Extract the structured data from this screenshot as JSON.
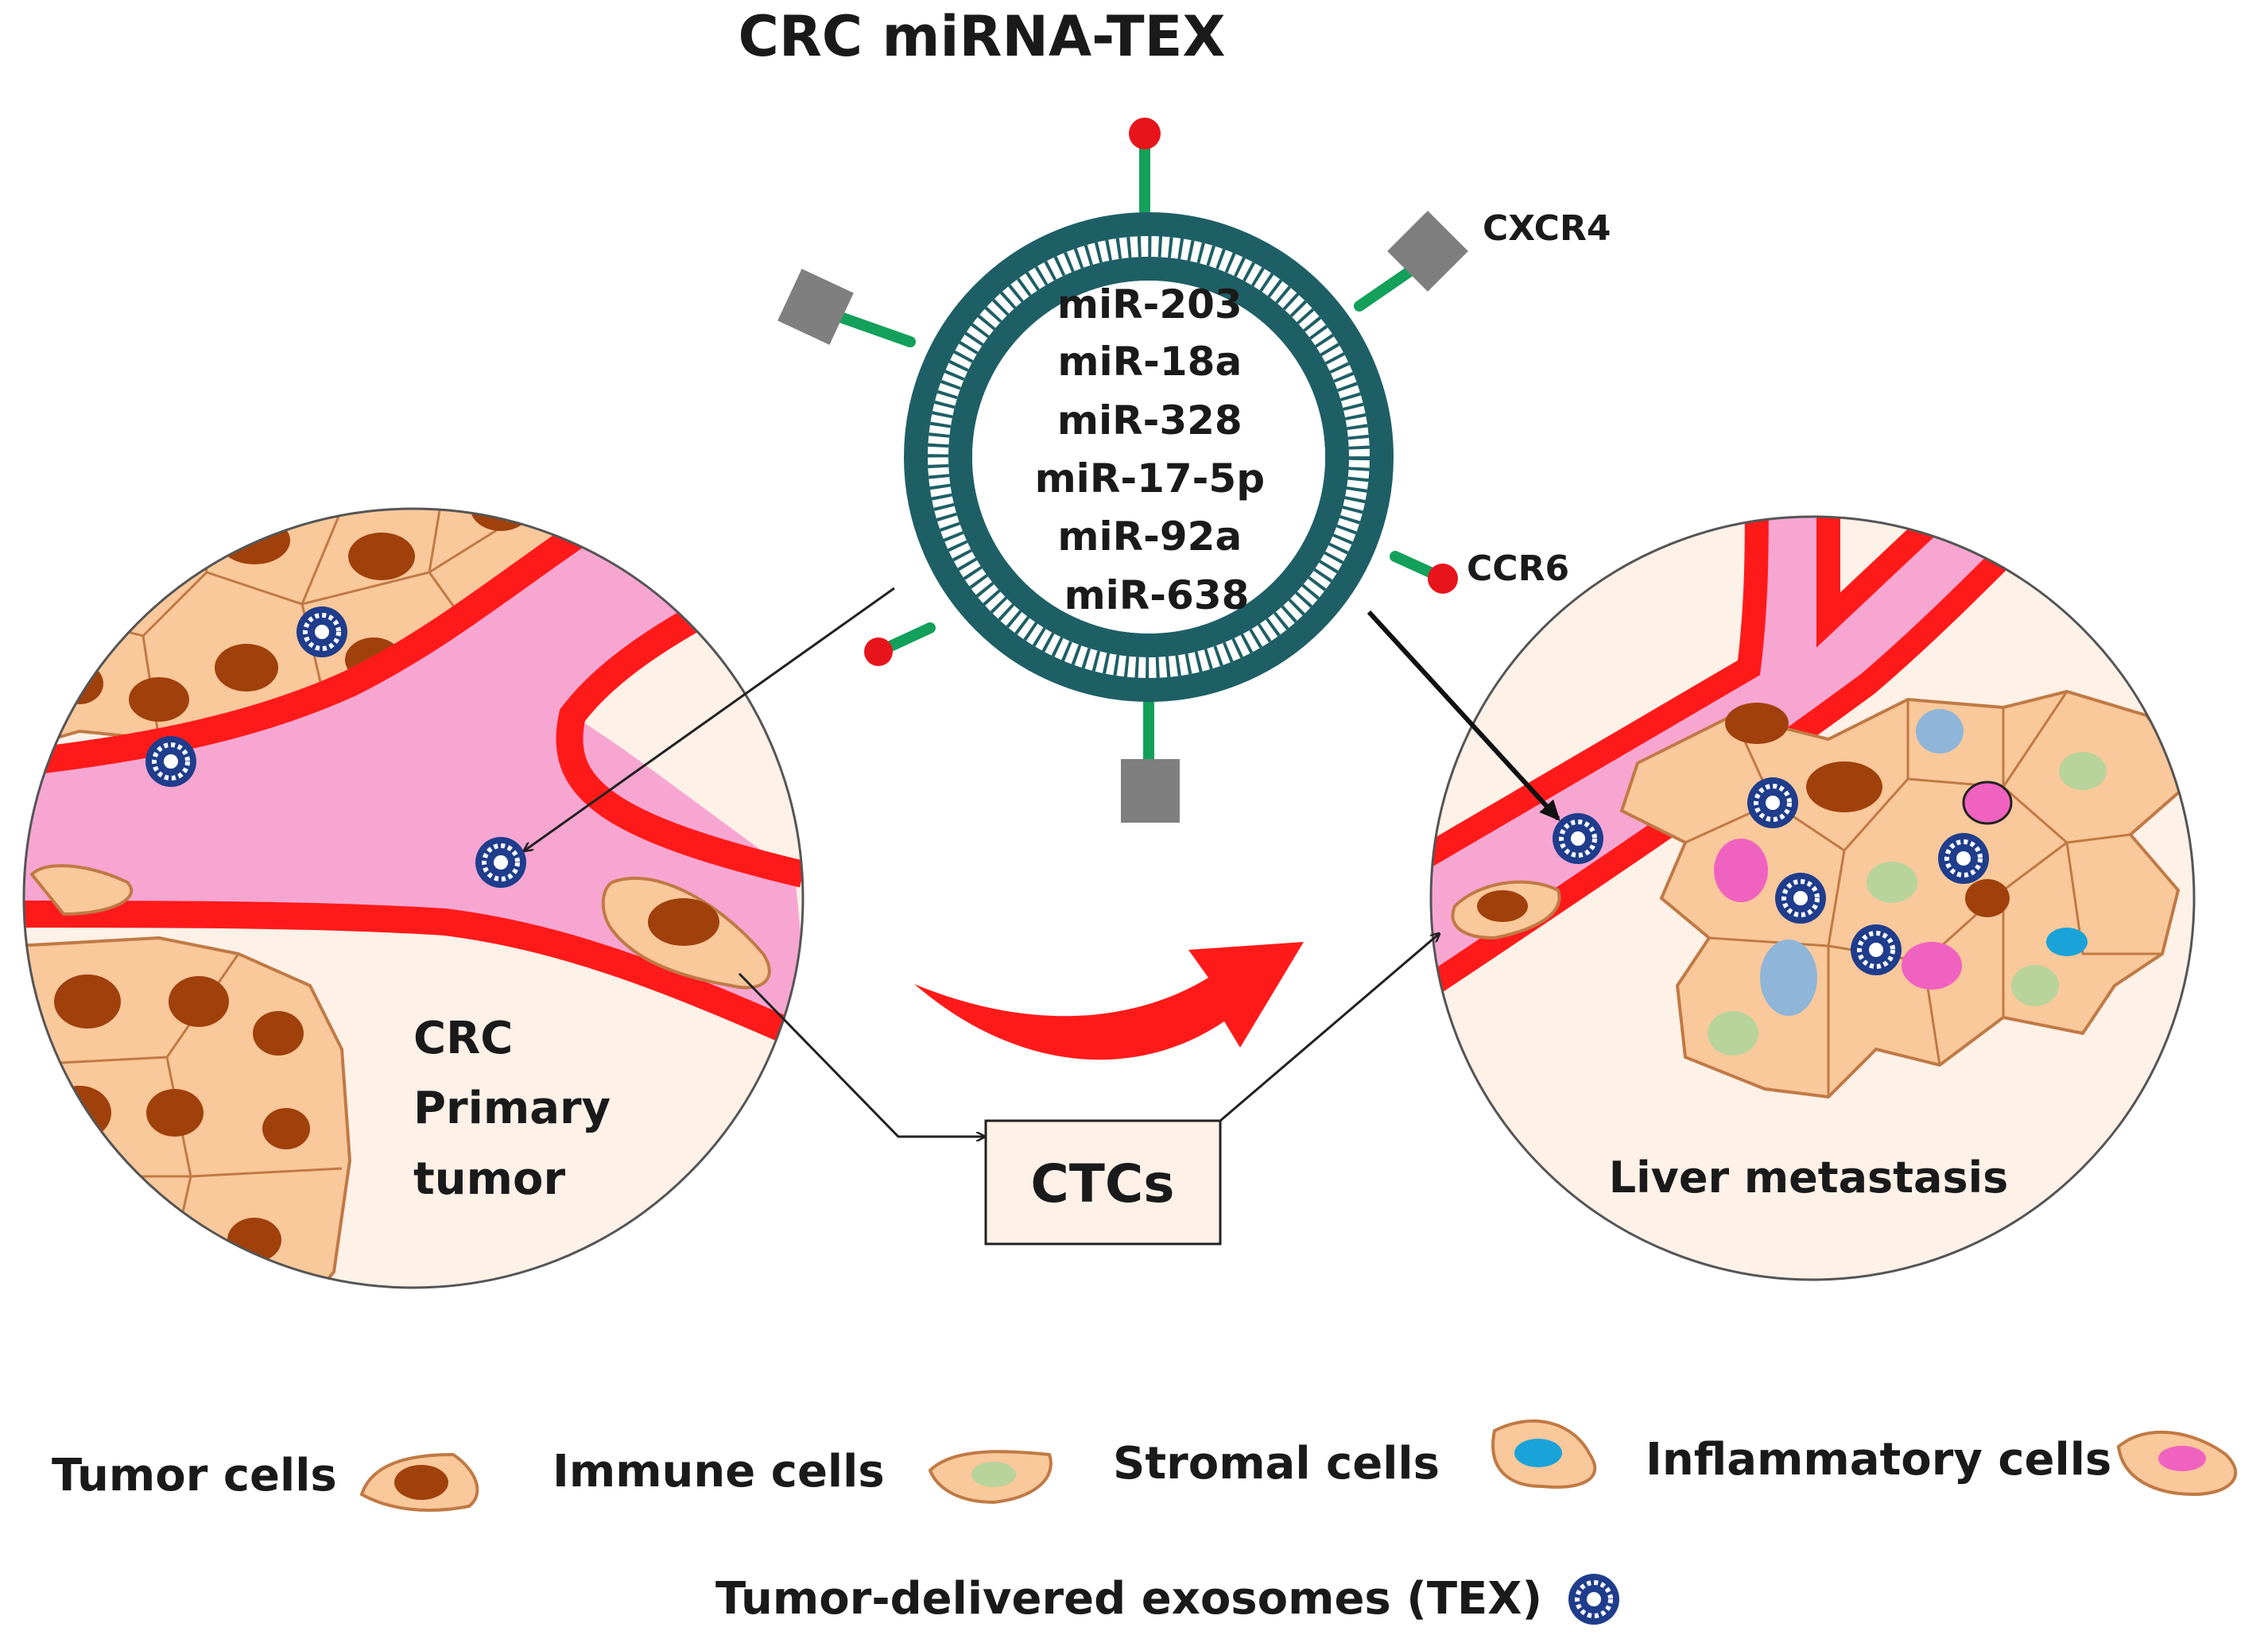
{
  "title": "CRC miRNA-TEX",
  "exosome": {
    "mirnas": [
      "miR-203",
      "miR-18a",
      "miR-328",
      "miR-17-5p",
      "miR-92a",
      "miR-638"
    ],
    "receptor_labels": {
      "cxcr4": "CXCR4",
      "ccr6": "CCR6"
    }
  },
  "primary_tumor": {
    "line1": "CRC",
    "line2": "Primary",
    "line3": "tumor"
  },
  "ctcs_label": "CTCs",
  "liver_label": "Liver metastasis",
  "legend": {
    "tumor": "Tumor cells",
    "immune": "Immune cells",
    "stromal": "Stromal cells",
    "inflammatory": "Inflammatory cells",
    "tex": "Tumor-delivered exosomes (TEX)"
  },
  "colors": {
    "cell_fill": "#f9c89b",
    "cell_stroke": "#c07a45",
    "tumor_nucleus": "#a0410c",
    "immune_nucleus": "#b8d49a",
    "stromal_nucleus": "#1aa3d9",
    "inflammatory_nucleus": "#f062c0",
    "vessel_wall": "#ff1a1a",
    "vessel_lumen": "#f7a6d2",
    "exosome_ring": "#1e5f66",
    "receptor_stalk": "#13a05a",
    "receptor_square": "#7f7f7f",
    "receptor_ball": "#e8141b",
    "tex_dot": "#1f3d8c",
    "background_tissue": "#fdf1e8"
  }
}
